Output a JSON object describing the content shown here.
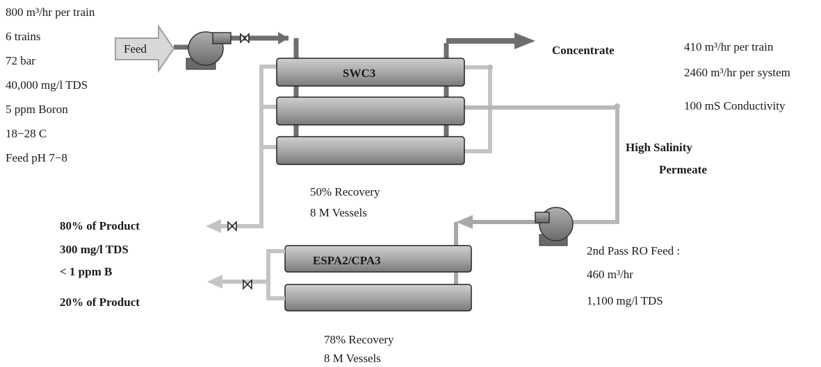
{
  "feed_specs": [
    "800 m³/hr per train",
    "6 trains",
    "72 bar",
    "40,000 mg/l TDS",
    "5 ppm Boron",
    "18−28 C",
    "Feed pH 7−8"
  ],
  "feed_label": "Feed",
  "first_pass": {
    "vessel_label": "SWC3",
    "recovery": "50% Recovery",
    "vessels": "8 M Vessels"
  },
  "concentrate": {
    "label": "Concentrate",
    "specs": [
      "410 m³/hr per train",
      "2460 m³/hr per system",
      "100 mS Conductivity"
    ]
  },
  "high_salinity_permeate": [
    "High Salinity",
    "Permeate"
  ],
  "product": {
    "lines": [
      "80% of Product",
      "300 mg/l TDS",
      "< 1 ppm B"
    ],
    "second": "20% of Product"
  },
  "second_pass": {
    "vessel_label": "ESPA2/CPA3",
    "recovery": "78% Recovery",
    "vessels": "8 M Vessels",
    "feed_specs": [
      "2nd Pass RO Feed :",
      "460 m³/hr",
      "1,100 mg/l TDS"
    ]
  },
  "colors": {
    "pipe_dark": "#6e6e6e",
    "pipe_light": "#bdbdbd",
    "vessel_fill": "#9a9a9a",
    "pump_fill": "#808080"
  }
}
